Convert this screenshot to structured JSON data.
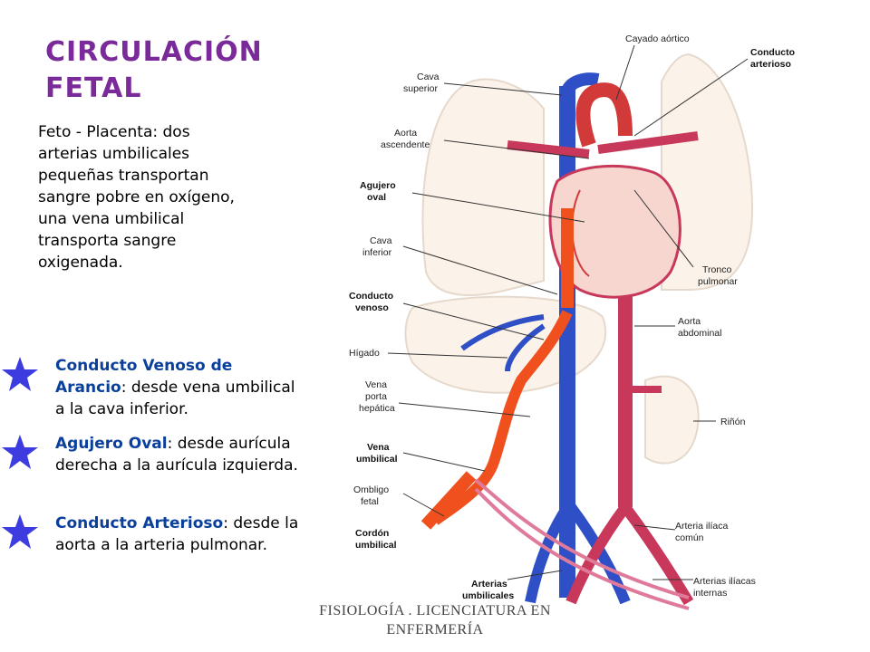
{
  "title": {
    "line1": "CIRCULACIÓN",
    "line2": "FETAL"
  },
  "intro": "Feto - Placenta: dos arterias umbilicales pequeñas transportan sangre pobre en oxígeno, una vena umbilical transporta sangre oxigenada.",
  "bullets": [
    {
      "term": "Conducto Venoso de Arancio",
      "desc": ": desde vena umbilical a la cava inferior."
    },
    {
      "term": "Agujero Oval",
      "desc": ": desde aurícula derecha a la aurícula izquierda."
    },
    {
      "term": "Conducto Arterioso",
      "desc": ": desde la aorta a la arteria pulmonar."
    }
  ],
  "footer": {
    "line1": "FISIOLOGÍA . LICENCIATURA EN",
    "line2": "ENFERMERÍA"
  },
  "diagram_labels": {
    "cayado": "Cayado aórtico",
    "conducto_arterioso": [
      "Conducto",
      "arterioso"
    ],
    "cava_superior": [
      "Cava",
      "superior"
    ],
    "aorta_ascendente": [
      "Aorta",
      "ascendente"
    ],
    "agujero_oval": [
      "Agujero",
      "oval"
    ],
    "cava_inferior": [
      "Cava",
      "inferior"
    ],
    "tronco_pulmonar": [
      "Tronco",
      "pulmonar"
    ],
    "conducto_venoso": [
      "Conducto",
      "venoso"
    ],
    "aorta_abdominal": [
      "Aorta",
      "abdominal"
    ],
    "higado": "Hígado",
    "vena_porta": [
      "Vena",
      "porta",
      "hepática"
    ],
    "rinon": "Riñón",
    "vena_umbilical": [
      "Vena",
      "umbilical"
    ],
    "ombligo": [
      "Ombligo",
      "fetal"
    ],
    "cordon": [
      "Cordón",
      "umbilical"
    ],
    "arteria_iliaca": [
      "Arteria ilíaca",
      "común"
    ],
    "arterias_umbilicales": [
      "Arterias",
      "umbilicales"
    ],
    "arterias_iliacas_internas": [
      "Arterias ilíacas",
      "internas"
    ]
  },
  "colors": {
    "title": "#7a2a99",
    "keyword": "#0a3f9c",
    "star": "#3d3ddf",
    "vein": "#2f4fc7",
    "artery": "#c8385a",
    "oxygenated": "#f0501e"
  }
}
